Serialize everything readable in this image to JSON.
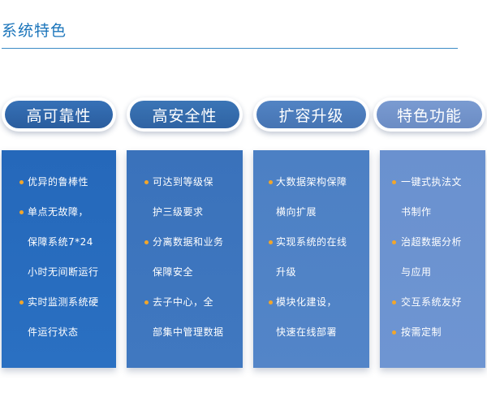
{
  "title": "系统特色",
  "colors": {
    "title": "#1b75bb",
    "bullet": "#f2a62a",
    "col1": "#2a6ab8",
    "col2": "#3c74bc",
    "col3": "#4e82c6",
    "col4": "#6c93d0"
  },
  "columns": [
    {
      "header": "高可靠性",
      "lines": [
        {
          "text": "优异的鲁棒性",
          "bullet": true
        },
        {
          "text": "单点无故障，",
          "bullet": true
        },
        {
          "text": "保障系统7*24",
          "bullet": false
        },
        {
          "text": "小时无间断运行",
          "bullet": false
        },
        {
          "text": "实时监测系统硬",
          "bullet": true
        },
        {
          "text": "件运行状态",
          "bullet": false
        }
      ]
    },
    {
      "header": "高安全性",
      "lines": [
        {
          "text": "可达到等级保",
          "bullet": true
        },
        {
          "text": "护三级要求",
          "bullet": false
        },
        {
          "text": "分离数据和业务",
          "bullet": true
        },
        {
          "text": "保障安全",
          "bullet": false
        },
        {
          "text": "去子中心，全",
          "bullet": true
        },
        {
          "text": "部集中管理数据",
          "bullet": false
        }
      ]
    },
    {
      "header": "扩容升级",
      "lines": [
        {
          "text": "大数据架构保障",
          "bullet": true
        },
        {
          "text": "横向扩展",
          "bullet": false
        },
        {
          "text": "实现系统的在线",
          "bullet": true
        },
        {
          "text": "升级",
          "bullet": false
        },
        {
          "text": "模块化建设，",
          "bullet": true
        },
        {
          "text": "快速在线部署",
          "bullet": false
        }
      ]
    },
    {
      "header": "特色功能",
      "lines": [
        {
          "text": "一键式执法文",
          "bullet": true
        },
        {
          "text": "书制作",
          "bullet": false
        },
        {
          "text": "治超数据分析",
          "bullet": true
        },
        {
          "text": "与应用",
          "bullet": false
        },
        {
          "text": "交互系统友好",
          "bullet": true
        },
        {
          "text": "按需定制",
          "bullet": true
        }
      ]
    }
  ]
}
